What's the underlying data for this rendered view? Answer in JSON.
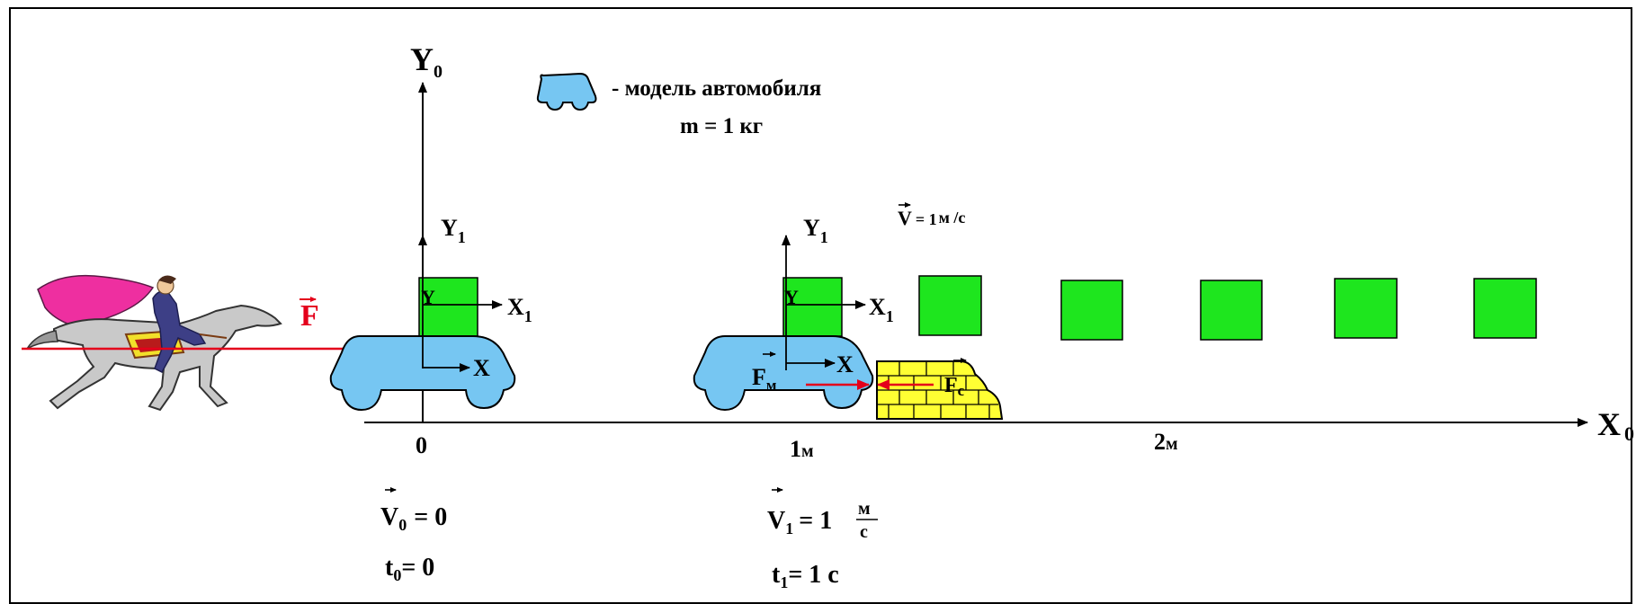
{
  "legend": {
    "text": "- модель  автомобиля",
    "mass": "m = 1 кг"
  },
  "axes": {
    "y0": {
      "main": "Y",
      "sub": "0"
    },
    "x0": {
      "main": "X",
      "sub": "0"
    },
    "ticks": [
      {
        "num": "0",
        "unit": ""
      },
      {
        "num": "1",
        "unit": "м"
      },
      {
        "num": "2",
        "unit": "м"
      }
    ]
  },
  "force": {
    "label": "F"
  },
  "car1": {
    "y1": {
      "main": "Y",
      "sub": "1"
    },
    "x1": {
      "main": "X",
      "sub": "1"
    },
    "y": "Y",
    "x": "X"
  },
  "car2": {
    "y1": {
      "main": "Y",
      "sub": "1"
    },
    "x1": {
      "main": "X",
      "sub": "1"
    },
    "y": "Y",
    "x": "X",
    "fm": {
      "main": "F",
      "sub": "м"
    },
    "fc": {
      "main": "F",
      "sub": "с"
    }
  },
  "velocity_label": {
    "main": "V",
    "value": "= 1",
    "unit": "м /с"
  },
  "state0": {
    "v": {
      "main": "V",
      "sub": "0",
      "eq": "=  0"
    },
    "t": {
      "main": "t",
      "sub": "0",
      "eq": "=  0"
    }
  },
  "state1": {
    "v": {
      "main": "V",
      "sub": "1",
      "eq": "= 1",
      "num": "м",
      "den": "с"
    },
    "t": {
      "main": "t",
      "sub": "1",
      "eq": "= 1  с"
    }
  },
  "colors": {
    "car": "#76c6f2",
    "block": "#1ee61e",
    "wall": "#ffff33",
    "force": "#e4001b",
    "cape": "#ee2fa0",
    "horse": "#bdbdbd"
  }
}
